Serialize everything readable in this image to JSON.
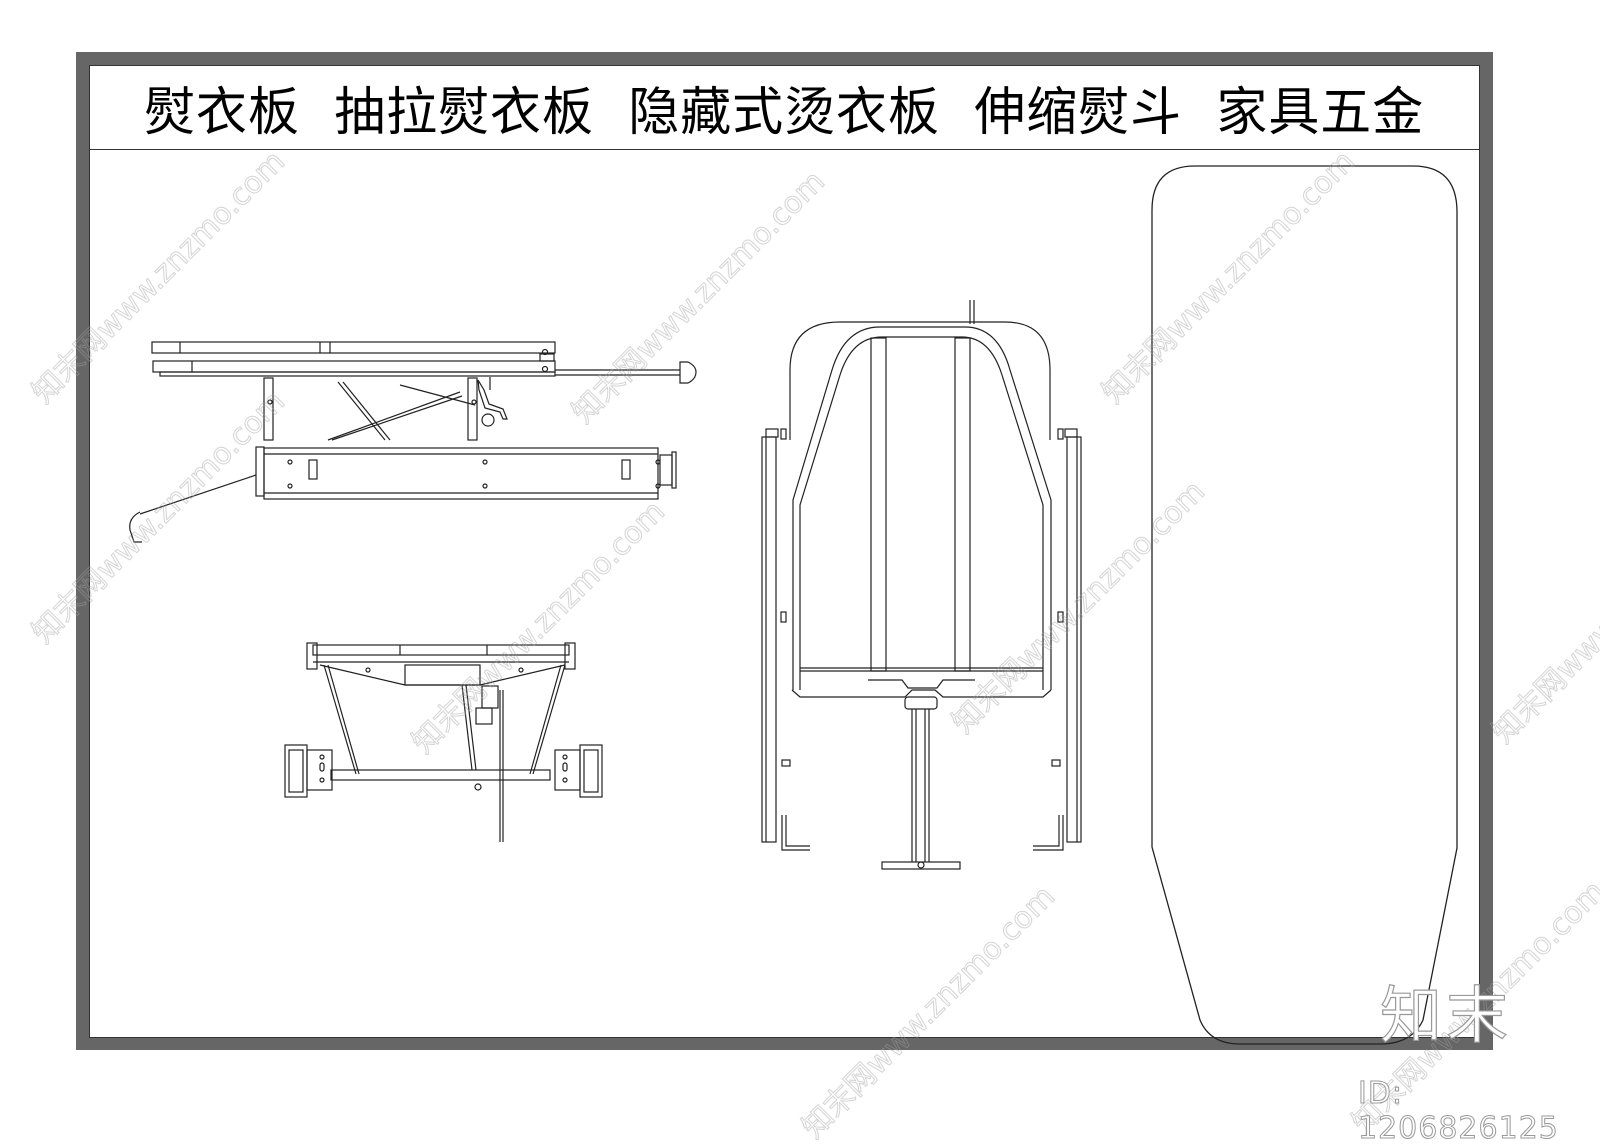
{
  "sheet": {
    "title": "熨衣板  抽拉熨衣板  隐藏式烫衣板  伸缩熨斗  家具五金",
    "title_parts": [
      "熨衣板",
      "抽拉熨衣板",
      "隐藏式烫衣板",
      "伸缩熨斗",
      "家具五金"
    ],
    "frame_color": "#666666",
    "line_color": "#222222"
  },
  "views": [
    {
      "name": "side-elevation-pullout-mechanism"
    },
    {
      "name": "front-elevation-folding-frame"
    },
    {
      "name": "plan-view-mechanism-frame"
    },
    {
      "name": "ironing-board-outline"
    }
  ],
  "watermark": {
    "brand": "知末",
    "id_text": "ID: 1206826125",
    "diagonal_text": "知末网www.znzmo.com"
  }
}
